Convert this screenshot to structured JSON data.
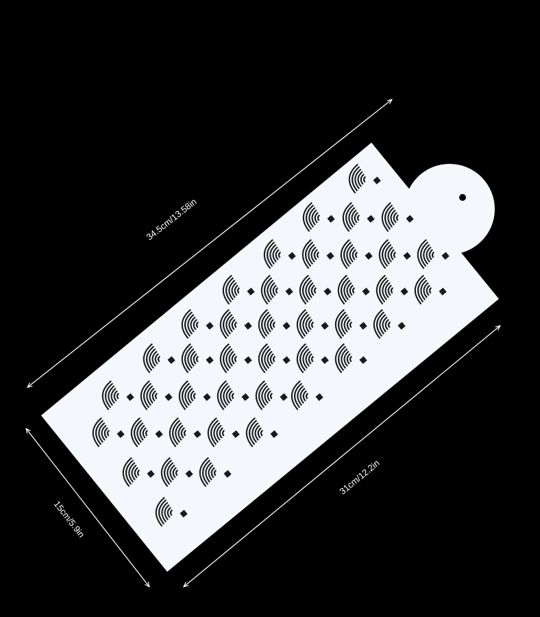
{
  "dimensions": {
    "long_edge": "34.5cm/13.58in",
    "length": "31cm/12.2in",
    "width": "15cm/5.9in"
  },
  "colors": {
    "background": "#000000",
    "stencil": "#f4f8fc",
    "pattern": "#1a1a1a",
    "dimension_line": "#ffffff"
  }
}
